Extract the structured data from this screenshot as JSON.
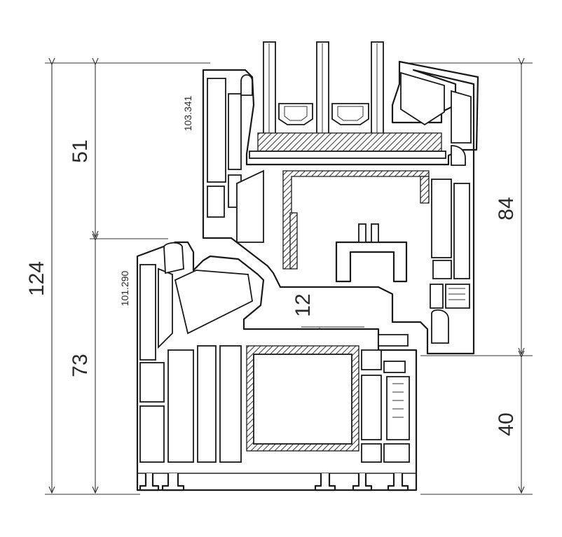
{
  "dimensions": {
    "total_height": "124",
    "sash_upper": "51",
    "frame_lower": "73",
    "sash_right": "84",
    "frame_right": "40",
    "overlap": "12"
  },
  "part_numbers": {
    "sash_profile": "103.341",
    "frame_profile": "101.290"
  }
}
